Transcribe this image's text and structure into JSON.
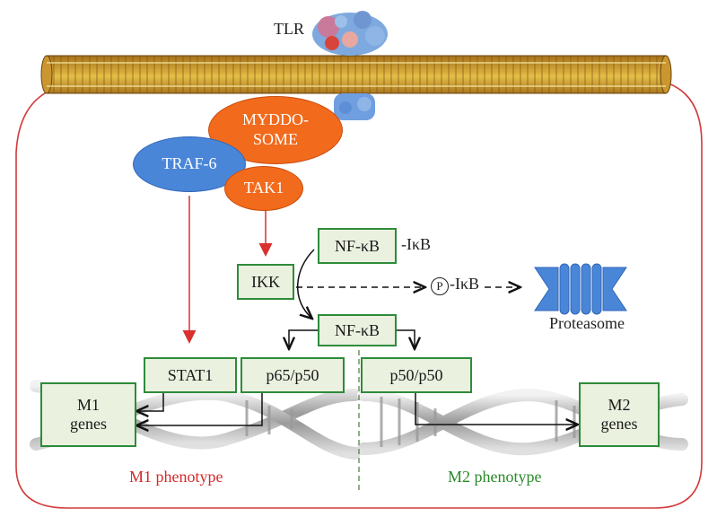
{
  "receptor": {
    "label": "TLR"
  },
  "complexes": {
    "myddosome_line1": "MYDDO-",
    "myddosome_line2": "SOME",
    "traf6": "TRAF-6",
    "tak1": "TAK1"
  },
  "boxes": {
    "ikk": "IKK",
    "nfkb_top": "NF-κB",
    "ikb_suffix": "-IκB",
    "phospho_symbol": "P",
    "phospho_ikb": "-IκB",
    "nfkb_mid": "NF-κB",
    "stat1": "STAT1",
    "p65p50": "p65/p50",
    "p50p50": "p50/p50",
    "m1_line1": "M1",
    "m1_line2": "genes",
    "m2_line1": "M2",
    "m2_line2": "genes"
  },
  "proteasome": {
    "label": "Proteasome"
  },
  "phenotypes": {
    "m1": "M1 phenotype",
    "m2": "M2 phenotype"
  },
  "colors": {
    "cell_border": "#d23a3a",
    "red_arrow": "#d93030",
    "box_border": "#2e8b3a",
    "box_fill": "#eaf1df",
    "m1_text": "#d42a2a",
    "m2_text": "#2a8a2a",
    "myddosome": "#f26a1b",
    "traf6": "#4a86d8",
    "proteasome": "#4a86d8"
  }
}
